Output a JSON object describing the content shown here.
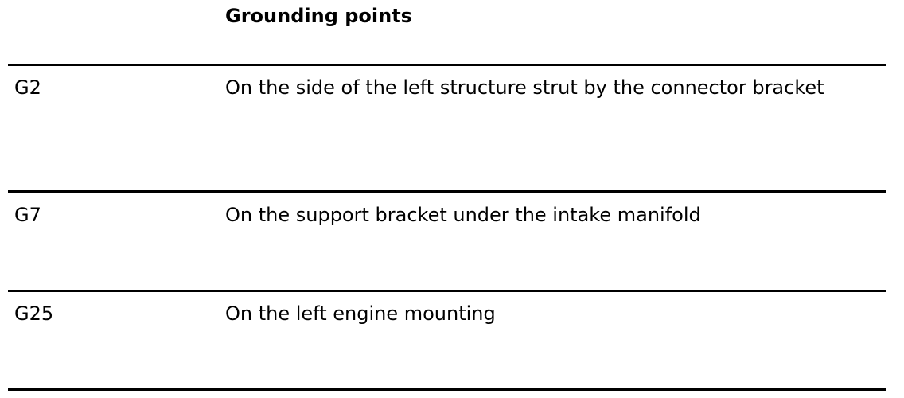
{
  "table": {
    "heading": "Grounding points",
    "rows": [
      {
        "code": "G2",
        "description": "On the side of the left structure strut by the connector bracket"
      },
      {
        "code": "G7",
        "description": "On the support bracket under the intake manifold"
      },
      {
        "code": "G25",
        "description": "On the left engine mounting"
      }
    ]
  }
}
